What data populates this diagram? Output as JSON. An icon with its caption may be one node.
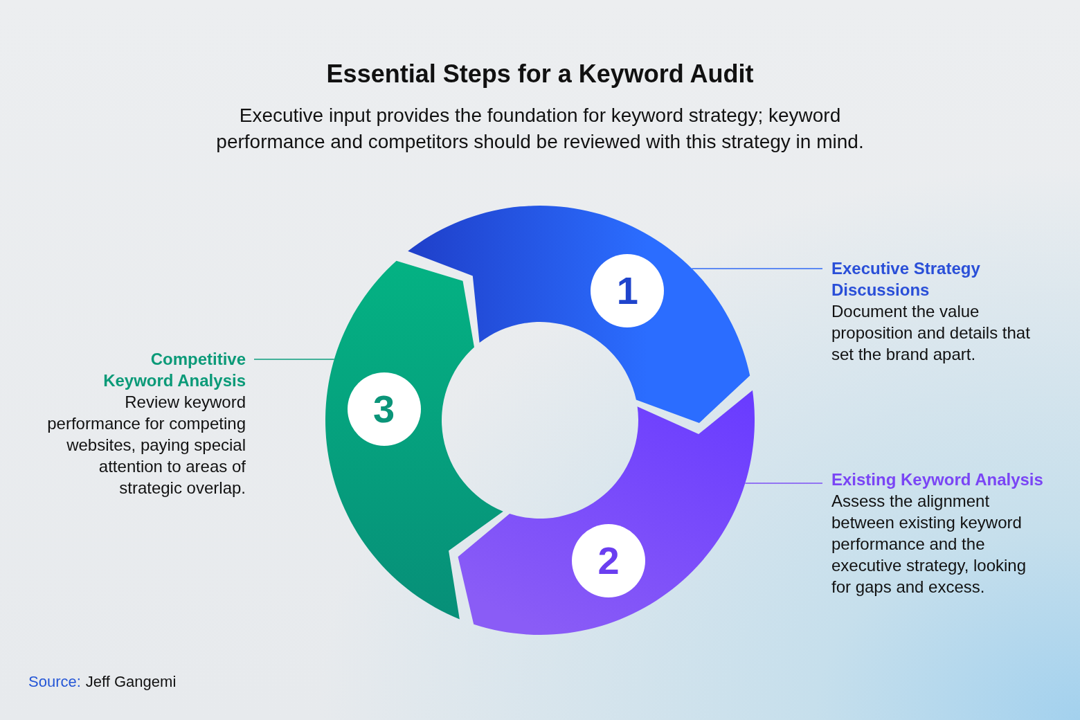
{
  "diagram": {
    "title": "Essential Steps for a Keyword Audit",
    "caption": "Executive input provides the foundation for keyword strategy; keyword performance and competitors should be reviewed with this strategy in mind.",
    "nodes": [
      {
        "text": [
          "1"
        ]
      },
      {
        "text": [
          "Executive Strategy Discussions",
          "Document the value proposition and details that set the brand apart."
        ]
      },
      {
        "text": [
          "2"
        ]
      },
      {
        "text": [
          "Existing Keyword Analysis",
          "Assess the alignment between existing keyword performance and the executive strategy, looking for gaps and excess."
        ]
      },
      {
        "text": [
          "3"
        ]
      },
      {
        "text": [
          "Competitive Keyword Analysis",
          "Review keyword performance for competing websites, paying special attention to areas of strategic overlap."
        ]
      }
    ],
    "edges": [
      {
        "from": 1,
        "to": 0,
        "arrow": "none",
        "color": "#2f68f5"
      },
      {
        "from": 3,
        "to": 2,
        "arrow": "none",
        "color": "#7d4ff5"
      },
      {
        "from": 5,
        "to": 4,
        "arrow": "none",
        "color": "#0b9e7d"
      }
    ],
    "labels": [
      "Source:",
      "Jeff Gangemi"
    ]
  }
}
